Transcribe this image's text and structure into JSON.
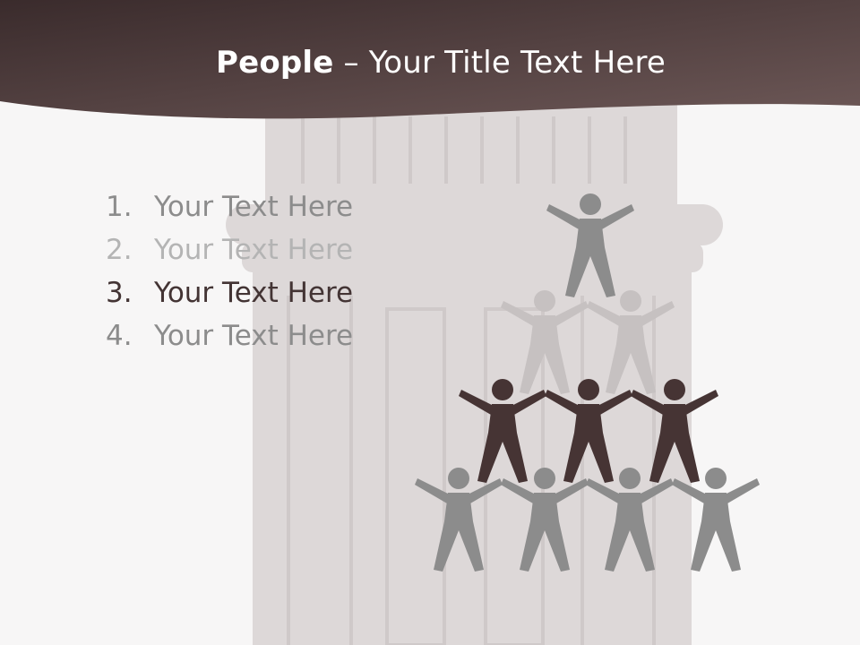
{
  "slide": {
    "title_bold": "People",
    "title_rest": " – Your Title Text Here",
    "list_items": [
      {
        "number": "1.",
        "text": "Your Text Here",
        "tone": "mid"
      },
      {
        "number": "2.",
        "text": "Your Text Here",
        "tone": "light"
      },
      {
        "number": "3.",
        "text": "Your Text Here",
        "tone": "dark"
      },
      {
        "number": "4.",
        "text": "Your Text Here",
        "tone": "mid"
      }
    ]
  },
  "colors": {
    "header_dark": "#3d2d2e",
    "header_light": "#6a5554",
    "column": "#ddd8d8",
    "figure_gray": "#8c8c8c",
    "figure_light": "#c6c1c1",
    "figure_dark": "#463434",
    "background": "#f7f6f6"
  },
  "icons": {
    "background_column": "greek-column-icon",
    "people_pyramid": "people-pyramid-icon"
  }
}
